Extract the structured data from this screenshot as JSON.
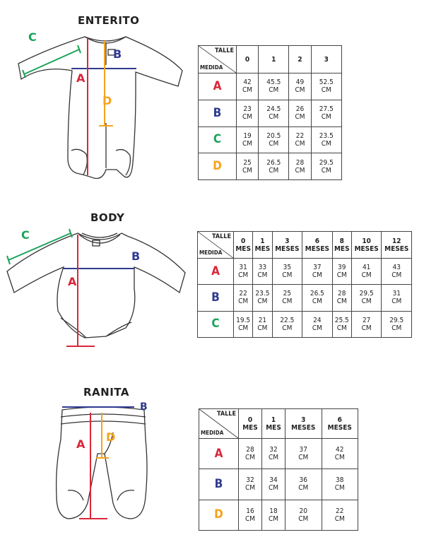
{
  "colors": {
    "A": "#d9263a",
    "B": "#2f3a8f",
    "C": "#1aa35a",
    "D": "#f5a21b"
  },
  "header_talle": "TALLE",
  "header_medida": "MEDIDA",
  "sections": [
    {
      "title": "ENTERITO",
      "sizes": [
        [
          "0"
        ],
        [
          "1"
        ],
        [
          "2"
        ],
        [
          "3"
        ]
      ],
      "rows": [
        {
          "label": "A",
          "values": [
            [
              "42",
              "CM"
            ],
            [
              "45.5",
              "CM"
            ],
            [
              "49",
              "CM"
            ],
            [
              "52.5",
              "CM"
            ]
          ]
        },
        {
          "label": "B",
          "values": [
            [
              "23",
              "CM"
            ],
            [
              "24.5",
              "CM"
            ],
            [
              "26",
              "CM"
            ],
            [
              "27.5",
              "CM"
            ]
          ]
        },
        {
          "label": "C",
          "values": [
            [
              "19",
              "CM"
            ],
            [
              "20.5",
              "CM"
            ],
            [
              "22",
              "CM"
            ],
            [
              "23.5",
              "CM"
            ]
          ]
        },
        {
          "label": "D",
          "values": [
            [
              "25",
              "CM"
            ],
            [
              "26.5",
              "CM"
            ],
            [
              "28",
              "CM"
            ],
            [
              "29.5",
              "CM"
            ]
          ]
        }
      ],
      "diagram_labels": [
        "C",
        "B",
        "A",
        "D"
      ]
    },
    {
      "title": "BODY",
      "sizes": [
        [
          "0",
          "MES"
        ],
        [
          "1",
          "MES"
        ],
        [
          "3",
          "MESES"
        ],
        [
          "6",
          "MESES"
        ],
        [
          "8",
          "MES"
        ],
        [
          "10",
          "MESES"
        ],
        [
          "12",
          "MESES"
        ]
      ],
      "rows": [
        {
          "label": "A",
          "values": [
            [
              "31",
              "CM"
            ],
            [
              "33",
              "CM"
            ],
            [
              "35",
              "CM"
            ],
            [
              "37",
              "CM"
            ],
            [
              "39",
              "CM"
            ],
            [
              "41",
              "CM"
            ],
            [
              "43",
              "CM"
            ]
          ]
        },
        {
          "label": "B",
          "values": [
            [
              "22",
              "CM"
            ],
            [
              "23.5",
              "CM"
            ],
            [
              "25",
              "CM"
            ],
            [
              "26.5",
              "CM"
            ],
            [
              "28",
              "CM"
            ],
            [
              "29.5",
              "CM"
            ],
            [
              "31",
              "CM"
            ]
          ]
        },
        {
          "label": "C",
          "values": [
            [
              "19.5",
              "CM"
            ],
            [
              "21",
              "CM"
            ],
            [
              "22.5",
              "CM"
            ],
            [
              "24",
              "CM"
            ],
            [
              "25.5",
              "CM"
            ],
            [
              "27",
              "CM"
            ],
            [
              "29.5",
              "CM"
            ]
          ]
        }
      ],
      "diagram_labels": [
        "C",
        "B",
        "A"
      ]
    },
    {
      "title": "RANITA",
      "sizes": [
        [
          "0",
          "MES"
        ],
        [
          "1",
          "MES"
        ],
        [
          "3",
          "MESES"
        ],
        [
          "6",
          "MESES"
        ]
      ],
      "rows": [
        {
          "label": "A",
          "values": [
            [
              "28",
              "CM"
            ],
            [
              "32",
              "CM"
            ],
            [
              "37",
              "CM"
            ],
            [
              "42",
              "CM"
            ]
          ]
        },
        {
          "label": "B",
          "values": [
            [
              "32",
              "CM"
            ],
            [
              "34",
              "CM"
            ],
            [
              "36",
              "CM"
            ],
            [
              "38",
              "CM"
            ]
          ]
        },
        {
          "label": "D",
          "values": [
            [
              "16",
              "CM"
            ],
            [
              "18",
              "CM"
            ],
            [
              "20",
              "CM"
            ],
            [
              "22",
              "CM"
            ]
          ]
        }
      ],
      "diagram_labels": [
        "B",
        "A",
        "D"
      ]
    }
  ]
}
